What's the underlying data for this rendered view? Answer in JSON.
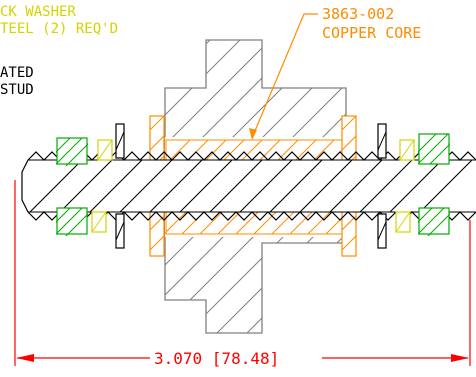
{
  "labels": {
    "lock_washer_line1": "CK WASHER",
    "lock_washer_line2": "TEEL (2) REQ'D",
    "part_number": "3863-002",
    "part_name": "COPPER CORE",
    "stud_line1": "ATED",
    "stud_line2": "STUD",
    "dimension": "3.070 [78.48]"
  },
  "colors": {
    "yellow_callout": "#e8e800",
    "orange_callout": "#ff8c00",
    "body": "#808080",
    "stud": "#000000",
    "washer_green": "#00aa00",
    "washer_yellow": "#d4d400",
    "dimension_red": "#ff0000"
  }
}
